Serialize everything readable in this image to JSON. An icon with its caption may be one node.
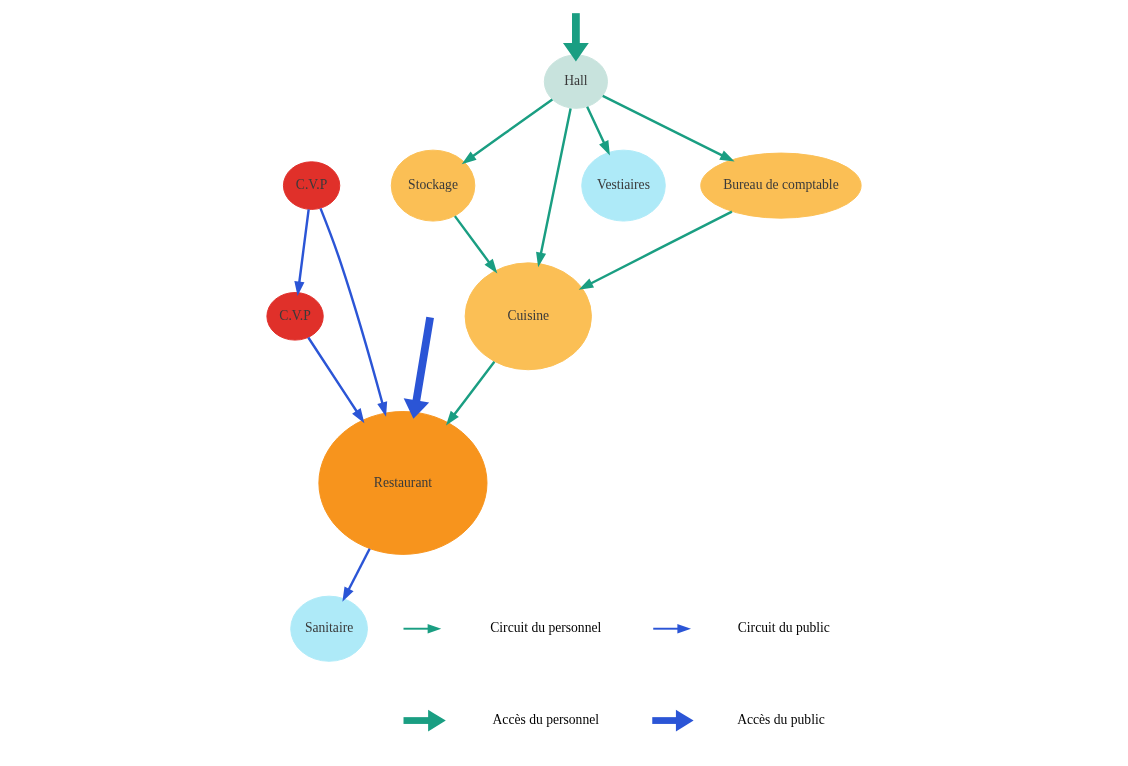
{
  "diagram": {
    "nodes": [
      {
        "text": [
          "Hall"
        ]
      },
      {
        "text": [
          "Stockage"
        ]
      },
      {
        "text": [
          "Cuisine"
        ]
      },
      {
        "text": [
          "C.V.P"
        ]
      },
      {
        "text": [
          "Sanitaire"
        ]
      },
      {
        "text": [
          "Vestiaires"
        ]
      },
      {
        "text": [
          "Bureau de comptable"
        ]
      },
      {
        "text": [
          "C.V.P"
        ]
      },
      {
        "text": [
          "Restaurant"
        ]
      }
    ],
    "edges": [
      {
        "from": null,
        "to": 0,
        "arrow": "to",
        "style": "thick"
      },
      {
        "from": 0,
        "to": 1,
        "arrow": "to"
      },
      {
        "from": 0,
        "to": 2,
        "arrow": "to"
      },
      {
        "from": 0,
        "to": 6,
        "arrow": "to"
      },
      {
        "from": 0,
        "to": 5,
        "arrow": "to"
      },
      {
        "from": 1,
        "to": 2,
        "arrow": "to"
      },
      {
        "from": 6,
        "to": 2,
        "arrow": "to"
      },
      {
        "from": 2,
        "to": 8,
        "arrow": "to"
      },
      {
        "from": 3,
        "to": 7,
        "arrow": "to",
        "color": "#2b55d6"
      },
      {
        "from": 3,
        "to": 8,
        "arrow": "to",
        "color": "#2b55d6"
      },
      {
        "from": 7,
        "to": 8,
        "arrow": "to",
        "color": "#2b55d6"
      },
      {
        "from": 8,
        "to": 4,
        "arrow": "to",
        "color": "#2b55d6"
      },
      {
        "from": null,
        "to": 8,
        "arrow": "to",
        "style": "thick",
        "color": "#2b55d6"
      }
    ],
    "legend": [
      {
        "text": "Circuit du personnel"
      },
      {
        "text": "Circuit du public"
      },
      {
        "text": "Accès du personnel"
      },
      {
        "text": "Accès du public"
      }
    ]
  }
}
